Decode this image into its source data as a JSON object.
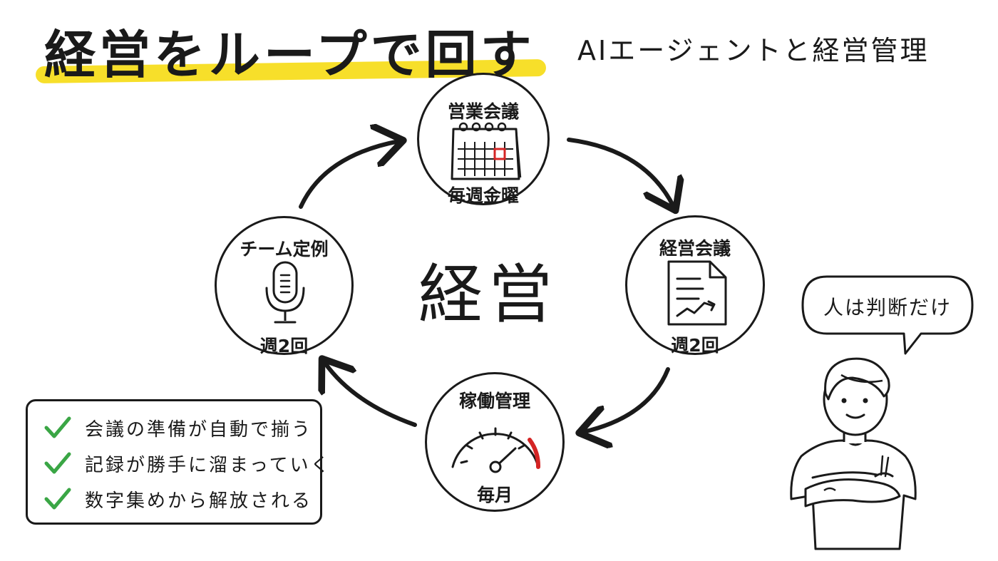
{
  "title": "経営をループで回す",
  "subtitle": "AIエージェントと経営管理",
  "center_label": "経営",
  "cycle": {
    "sales_meeting": {
      "label": "営業会議",
      "frequency": "毎週金曜",
      "icon": "calendar-icon"
    },
    "management_meeting": {
      "label": "経営会議",
      "frequency": "週2回",
      "icon": "document-chart-icon"
    },
    "operations": {
      "label": "稼働管理",
      "frequency": "毎月",
      "icon": "speedometer-icon"
    },
    "team_meeting": {
      "label": "チーム定例",
      "frequency": "週2回",
      "icon": "microphone-icon"
    }
  },
  "checklist": [
    {
      "text": "会議の準備が自動で揃う",
      "icon": "checkmark-icon"
    },
    {
      "text": "記録が勝手に溜まっていく",
      "icon": "checkmark-icon"
    },
    {
      "text": "数字集めから解放される",
      "icon": "checkmark-icon"
    }
  ],
  "speech_bubble": "人は判断だけ",
  "colors": {
    "highlight": "#f7df2a",
    "check": "#3aa645",
    "accent_red": "#d42424",
    "ink": "#1a1a1a"
  }
}
